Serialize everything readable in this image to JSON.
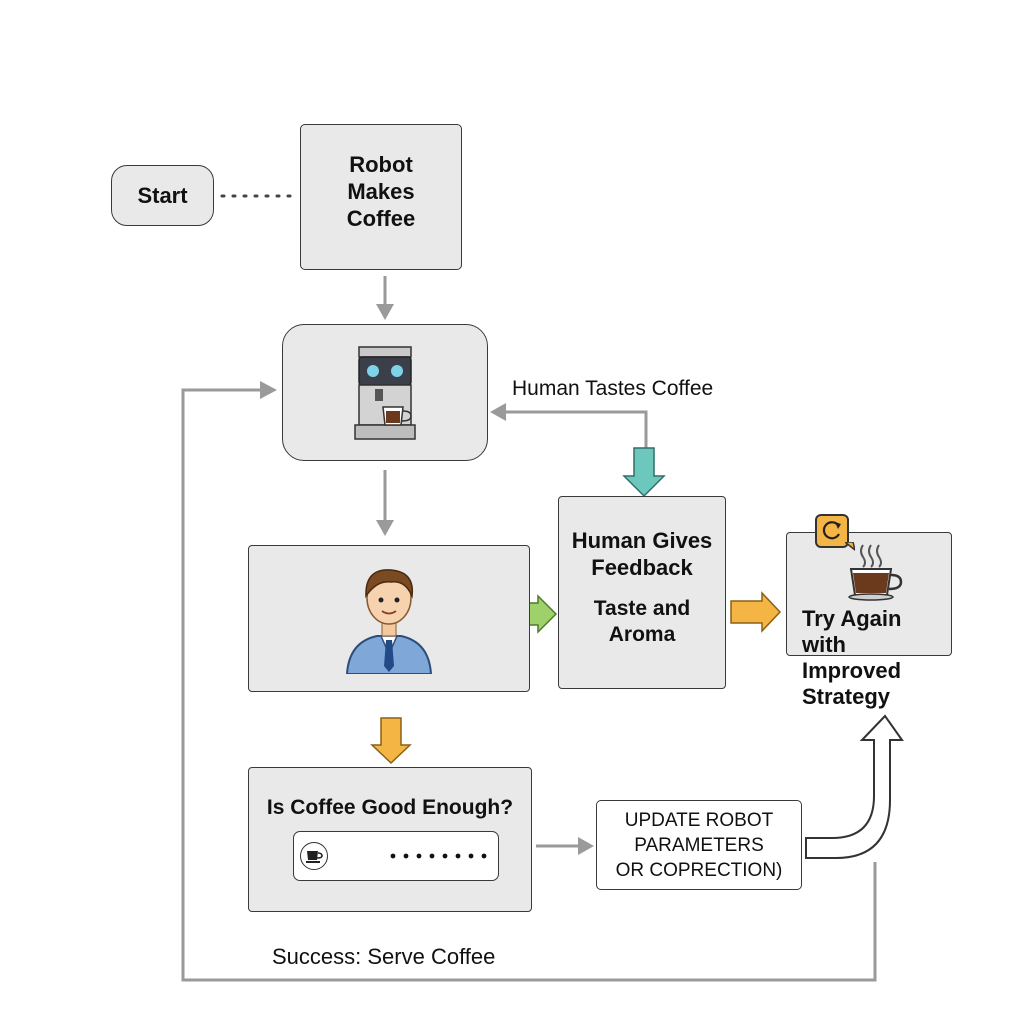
{
  "nodes": {
    "start": "Start",
    "robot_makes": "Robot\nMakes\nCoffee",
    "human_tastes": "Human Tastes Coffee",
    "human_gives": "Human Gives\nFeedback",
    "taste_aroma": "Taste and\nAroma",
    "try_again": "Try Again\nwith\nImproved\nStrategy",
    "good_enough": "Is Coffee Good Enough?",
    "update": "UPDATE ROBOT\nPARAMETERS\nOR COPRECTION)",
    "success": "Success: Serve Coffee"
  },
  "icons": {
    "machine": "robot-espresso-machine-icon",
    "person": "person-avatar-icon",
    "cup": "coffee-cup-icon",
    "refresh": "refresh-badge-icon",
    "small_cup": "small-cup-icon"
  },
  "colors": {
    "teal_arrow": "#6cc8bd",
    "green_arrow": "#9ed16a",
    "orange_arrow": "#f4b544",
    "gray_line": "#9a9a9a",
    "box_fill": "#e9e9e9"
  }
}
